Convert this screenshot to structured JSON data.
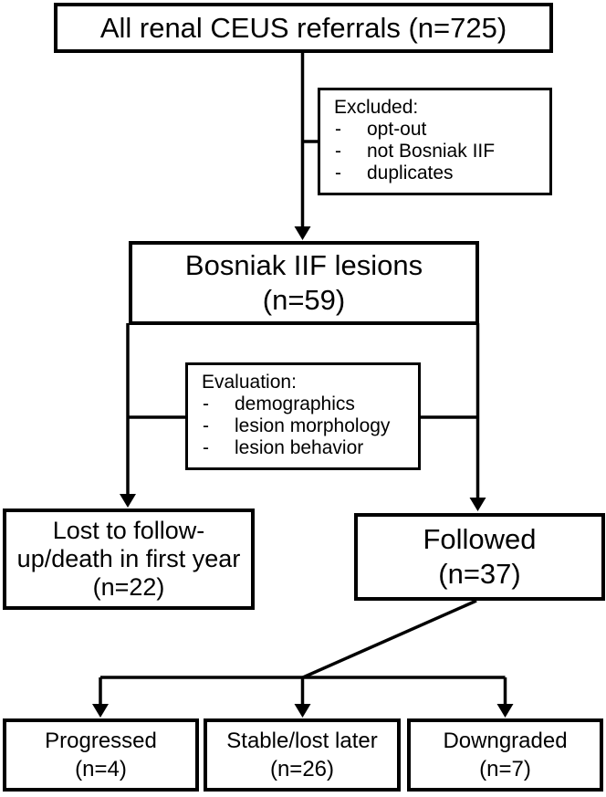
{
  "figure": {
    "bullet": "-",
    "colors": {
      "line": "#000000",
      "box_fill": "#ffffff",
      "background": "#ffffff",
      "text": "#000000"
    },
    "nodes": {
      "referrals": {
        "label": "All renal CEUS referrals (n=725)"
      },
      "excluded": {
        "title": "Excluded:",
        "items": [
          "opt-out",
          "not Bosniak IIF",
          "duplicates"
        ]
      },
      "bosniak": {
        "line1": "Bosniak IIF lesions",
        "line2": "(n=59)"
      },
      "evaluation": {
        "title": "Evaluation:",
        "items": [
          "demographics",
          "lesion morphology",
          "lesion behavior"
        ]
      },
      "lost": {
        "line1": "Lost to follow-",
        "line2": "up/death in first year",
        "line3": "(n=22)"
      },
      "followed": {
        "line1": "Followed",
        "line2": "(n=37)"
      },
      "progressed": {
        "line1": "Progressed",
        "line2": "(n=4)"
      },
      "stable": {
        "line1": "Stable/lost later",
        "line2": "(n=26)"
      },
      "downgraded": {
        "line1": "Downgraded",
        "line2": "(n=7)"
      }
    }
  }
}
